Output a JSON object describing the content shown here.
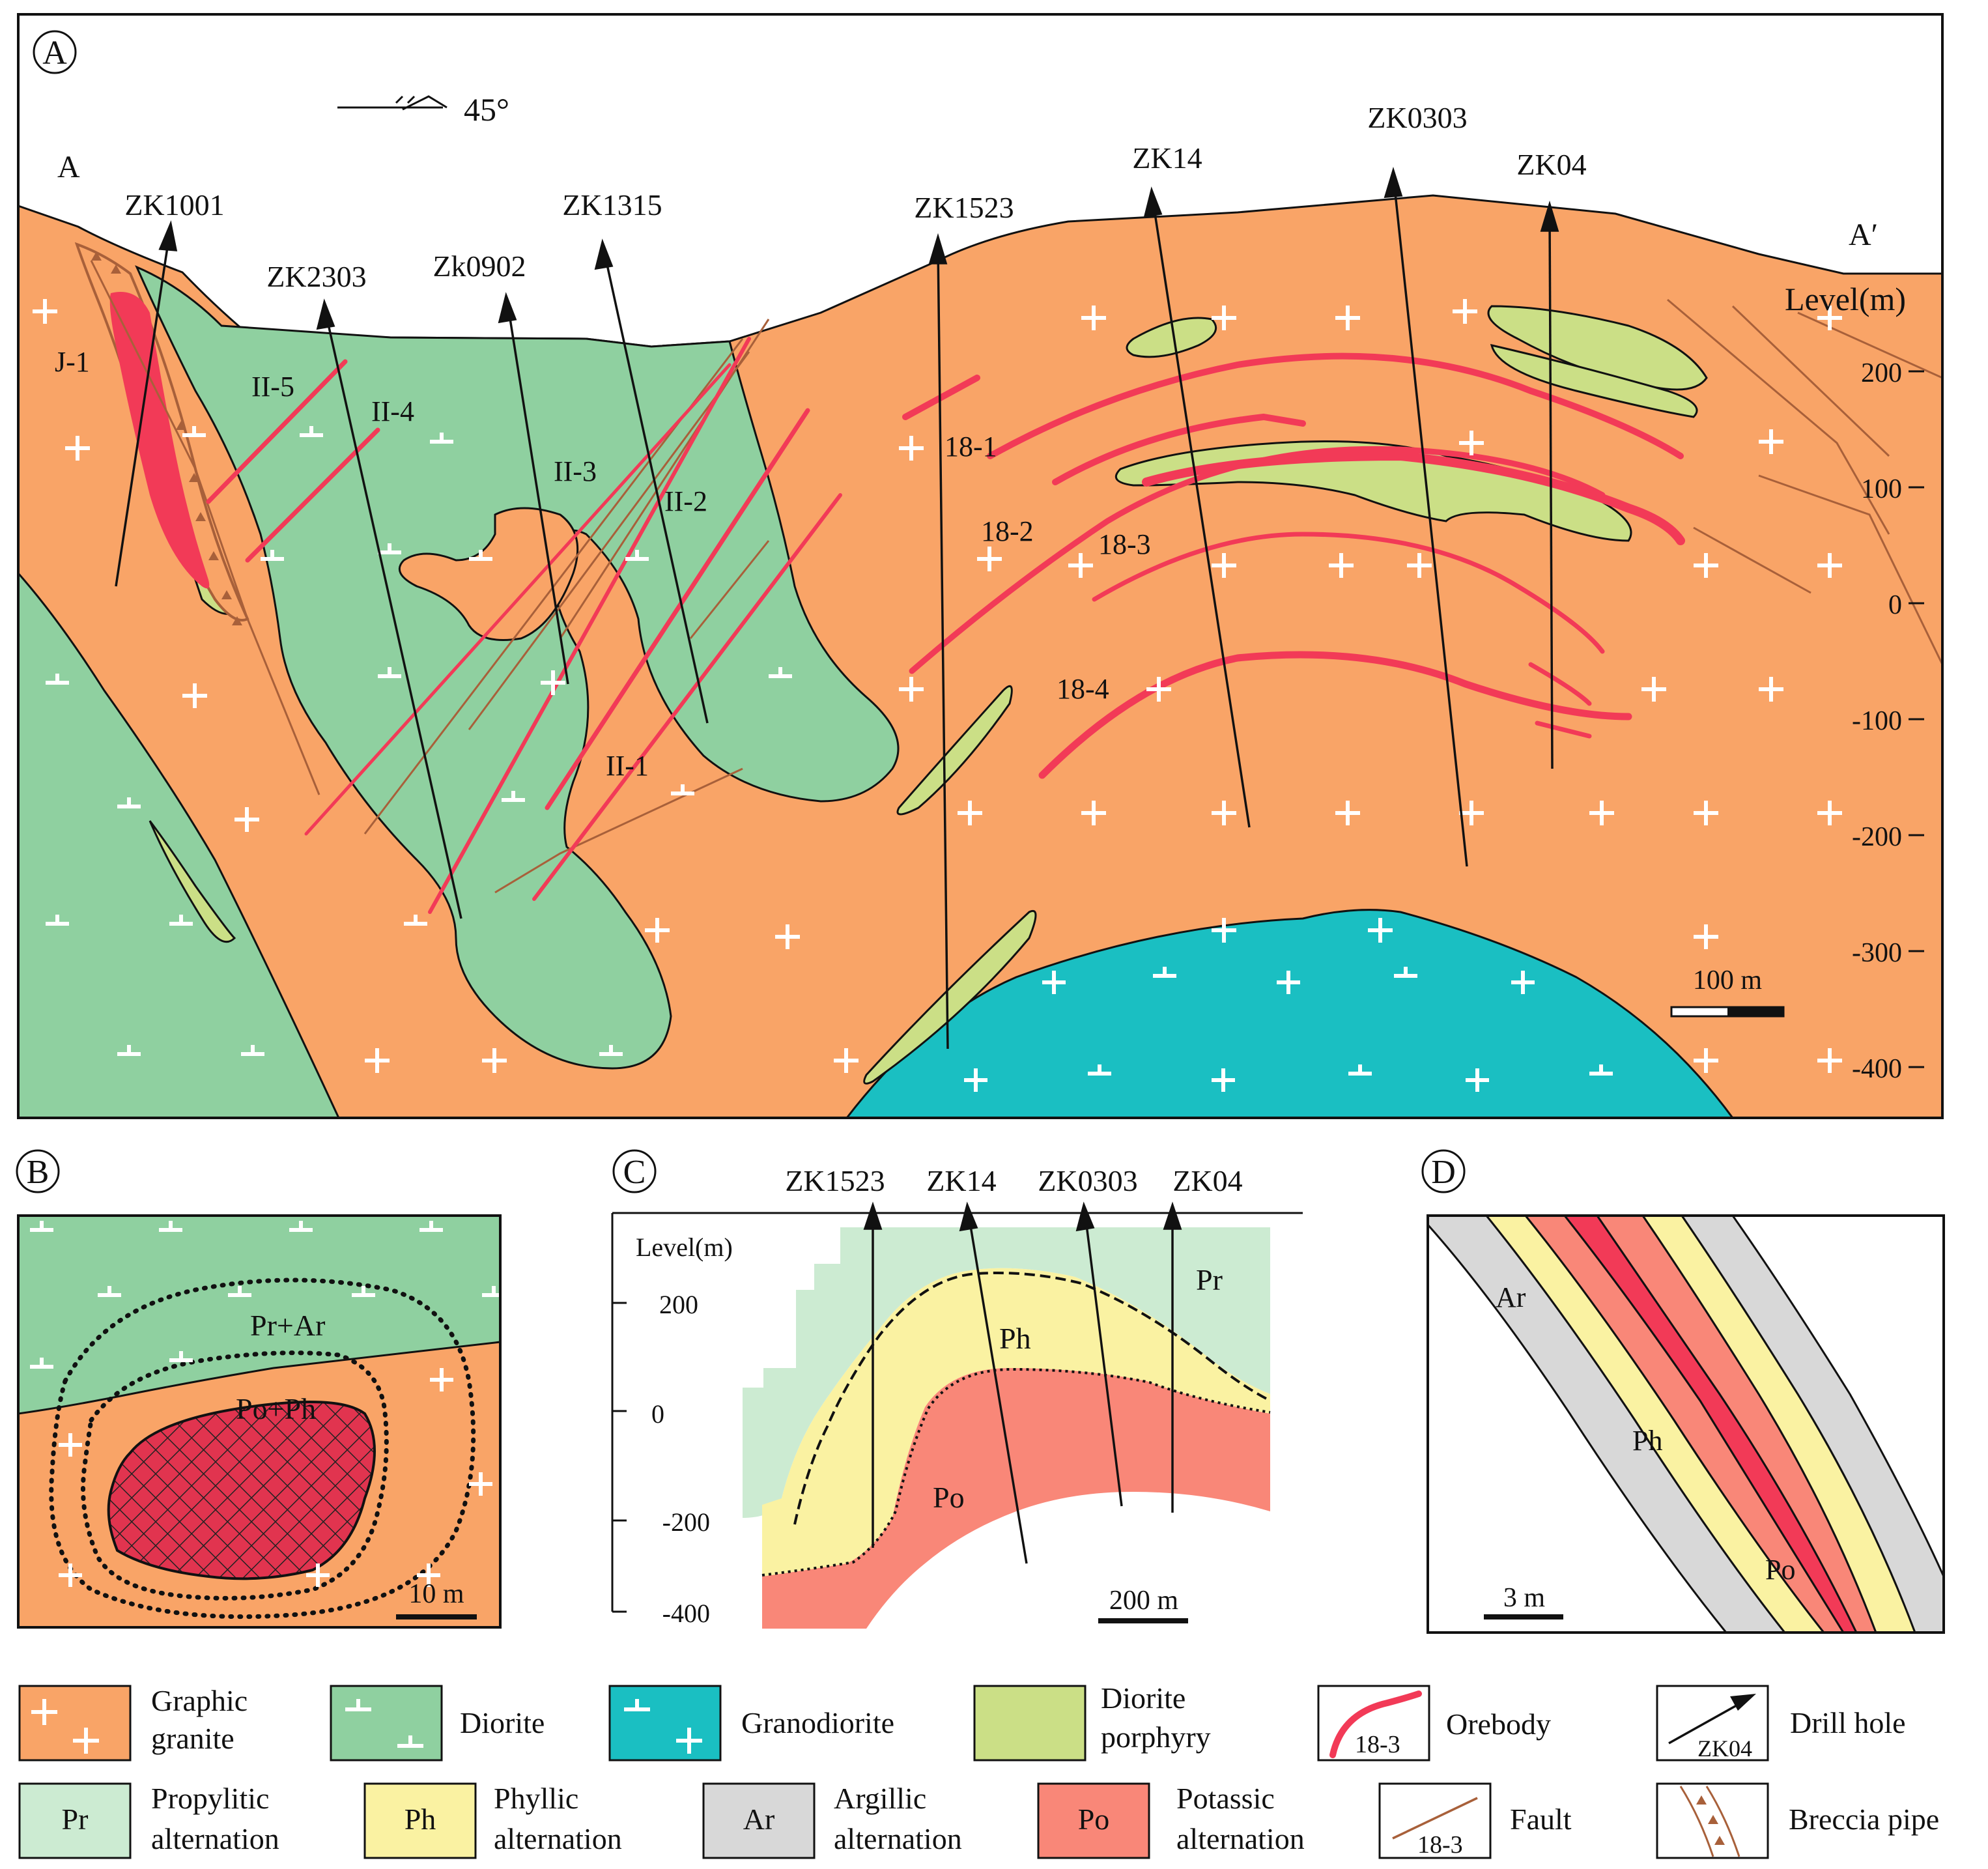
{
  "panel_a": {
    "letter": "A",
    "orientation": "45°",
    "section_start": "A",
    "section_end": "A′",
    "level_label": "Level(m)",
    "level_ticks": [
      "200",
      "100",
      "0",
      "-100",
      "-200",
      "-300",
      "-400"
    ],
    "scale": "100 m",
    "drill_holes": [
      "ZK1001",
      "ZK2303",
      "Zk0902",
      "ZK1315",
      "ZK1523",
      "ZK14",
      "ZK0303",
      "ZK04"
    ],
    "orebodies": [
      "J-1",
      "II-5",
      "II-4",
      "II-3",
      "II-2",
      "II-1",
      "18-1",
      "18-2",
      "18-3",
      "18-4"
    ]
  },
  "panel_b": {
    "letter": "B",
    "zone_outer": "Pr+Ar",
    "zone_inner": "Po+Ph",
    "scale": "10 m"
  },
  "panel_c": {
    "letter": "C",
    "drill_holes": [
      "ZK1523",
      "ZK14",
      "ZK0303",
      "ZK04"
    ],
    "level_label": "Level(m)",
    "level_ticks": [
      "200",
      "0",
      "-200",
      "-400"
    ],
    "zones": [
      "Pr",
      "Ph",
      "Po"
    ],
    "scale": "200 m"
  },
  "panel_d": {
    "letter": "D",
    "zones": [
      "Ar",
      "Ph",
      "Po"
    ],
    "scale": "3 m"
  },
  "legend": {
    "graphic_granite": [
      "Graphic",
      "granite"
    ],
    "diorite": "Diorite",
    "granodiorite": "Granodiorite",
    "diorite_porphyry": [
      "Diorite",
      "porphyry"
    ],
    "orebody": "Orebody",
    "orebody_sample": "18-3",
    "drill_hole": "Drill  hole",
    "drill_hole_sample": "ZK04",
    "propylitic_code": "Pr",
    "propylitic": [
      "Propylitic",
      "alternation"
    ],
    "phyllic_code": "Ph",
    "phyllic": [
      "Phyllic",
      "alternation"
    ],
    "argillic_code": "Ar",
    "argillic": [
      "Argillic",
      "alternation"
    ],
    "potassic_code": "Po",
    "potassic": [
      "Potassic",
      "alternation"
    ],
    "fault": "Fault",
    "fault_sample": "18-3",
    "breccia_pipe": "Breccia pipe"
  },
  "colors": {
    "graphic_granite": "#F9A467",
    "diorite": "#8FD0A0",
    "granodiorite": "#1ABFC2",
    "diorite_porphyry": "#CBDF86",
    "orebody": "#F23A57",
    "fault": "#A8603A",
    "propylitic": "#CCEBD2",
    "phyllic": "#FAF2A2",
    "argillic": "#D8D8D8",
    "potassic": "#F98778"
  }
}
